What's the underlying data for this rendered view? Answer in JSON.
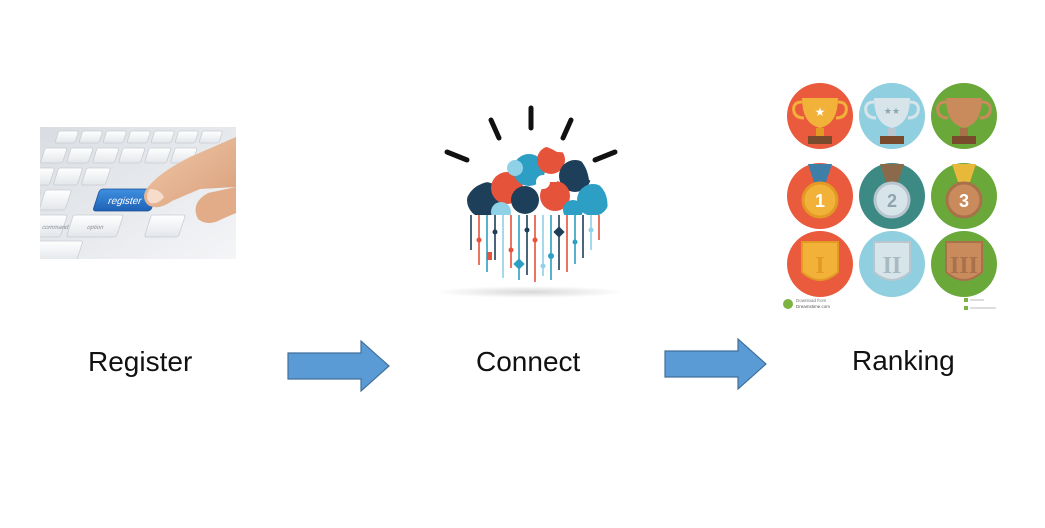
{
  "steps": [
    {
      "label": "Register",
      "image": "keyboard-register-key"
    },
    {
      "label": "Connect",
      "image": "ibm-cloud-graphic"
    },
    {
      "label": "Ranking",
      "image": "trophies-medals-grid"
    }
  ],
  "keyboard": {
    "key_label": "register",
    "command_label": "command",
    "option_label": "option"
  },
  "trophy_grid": {
    "medal_numbers": [
      "1",
      "2",
      "3"
    ],
    "shield_numerals": [
      "I",
      "II",
      "III"
    ],
    "watermark_title": "Download from",
    "watermark_site": "Dreamstime.com"
  },
  "colors": {
    "arrow": "#5b9bd5",
    "arrow_outline": "#41719c"
  }
}
